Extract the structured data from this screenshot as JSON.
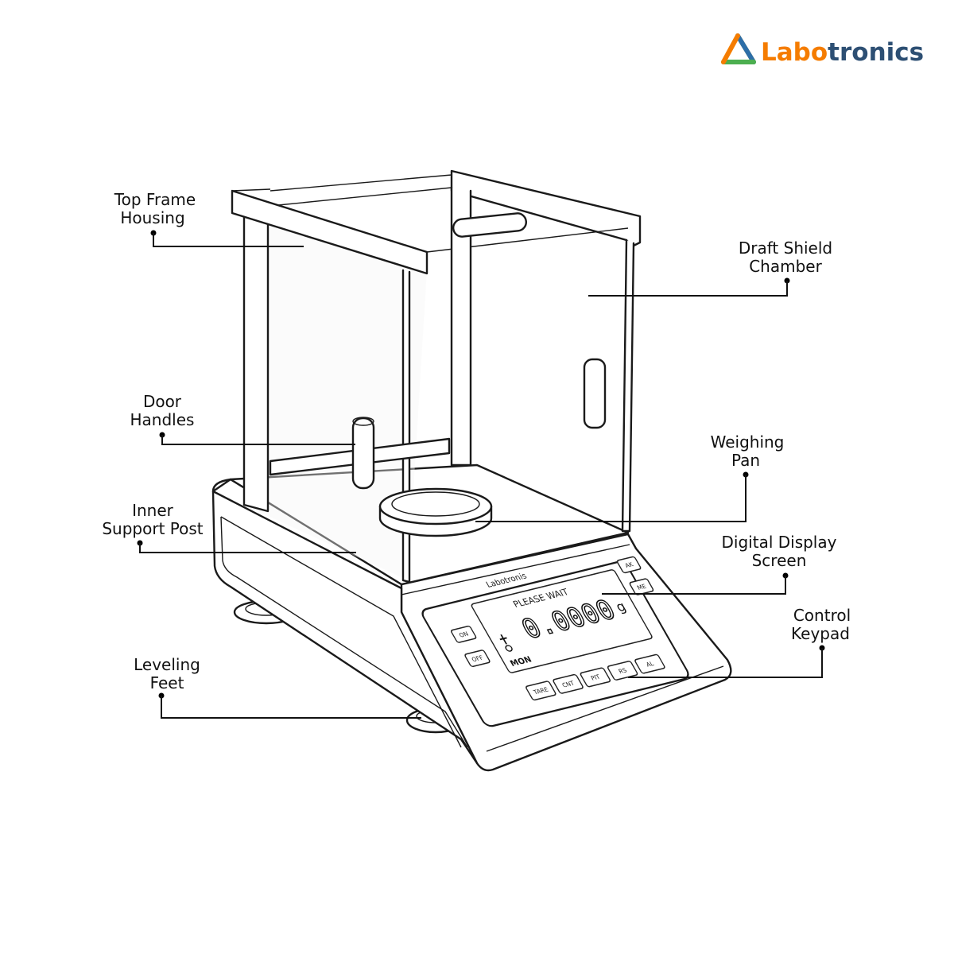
{
  "brand": {
    "name_part1": "Labo",
    "name_part2": "tronics",
    "colors": {
      "orange": "#f57c00",
      "blue": "#2d4f73",
      "green": "#7cb342",
      "yellow": "#fbc02d"
    }
  },
  "device": {
    "panel_brand": "Labotronis",
    "status_text": "PLEASE WAIT",
    "reading": "0.0000",
    "unit": "g",
    "mode": "MON",
    "keys": [
      "ON",
      "OFF",
      "TARE",
      "CNT",
      "PIT",
      "RS",
      "AL",
      "AK",
      "ME"
    ]
  },
  "labels": {
    "top_frame": [
      "Top Frame",
      "Housing"
    ],
    "draft_shield": [
      "Draft Shield",
      "Chamber"
    ],
    "door_handles": [
      "Door",
      "Handles"
    ],
    "weighing_pan": [
      "Weighing",
      "Pan"
    ],
    "inner_post": [
      "Inner",
      "Support Post"
    ],
    "display": [
      "Digital Display",
      "Screen"
    ],
    "keypad": [
      "Control",
      "Keypad"
    ],
    "feet": [
      "Leveling",
      "Feet"
    ]
  }
}
